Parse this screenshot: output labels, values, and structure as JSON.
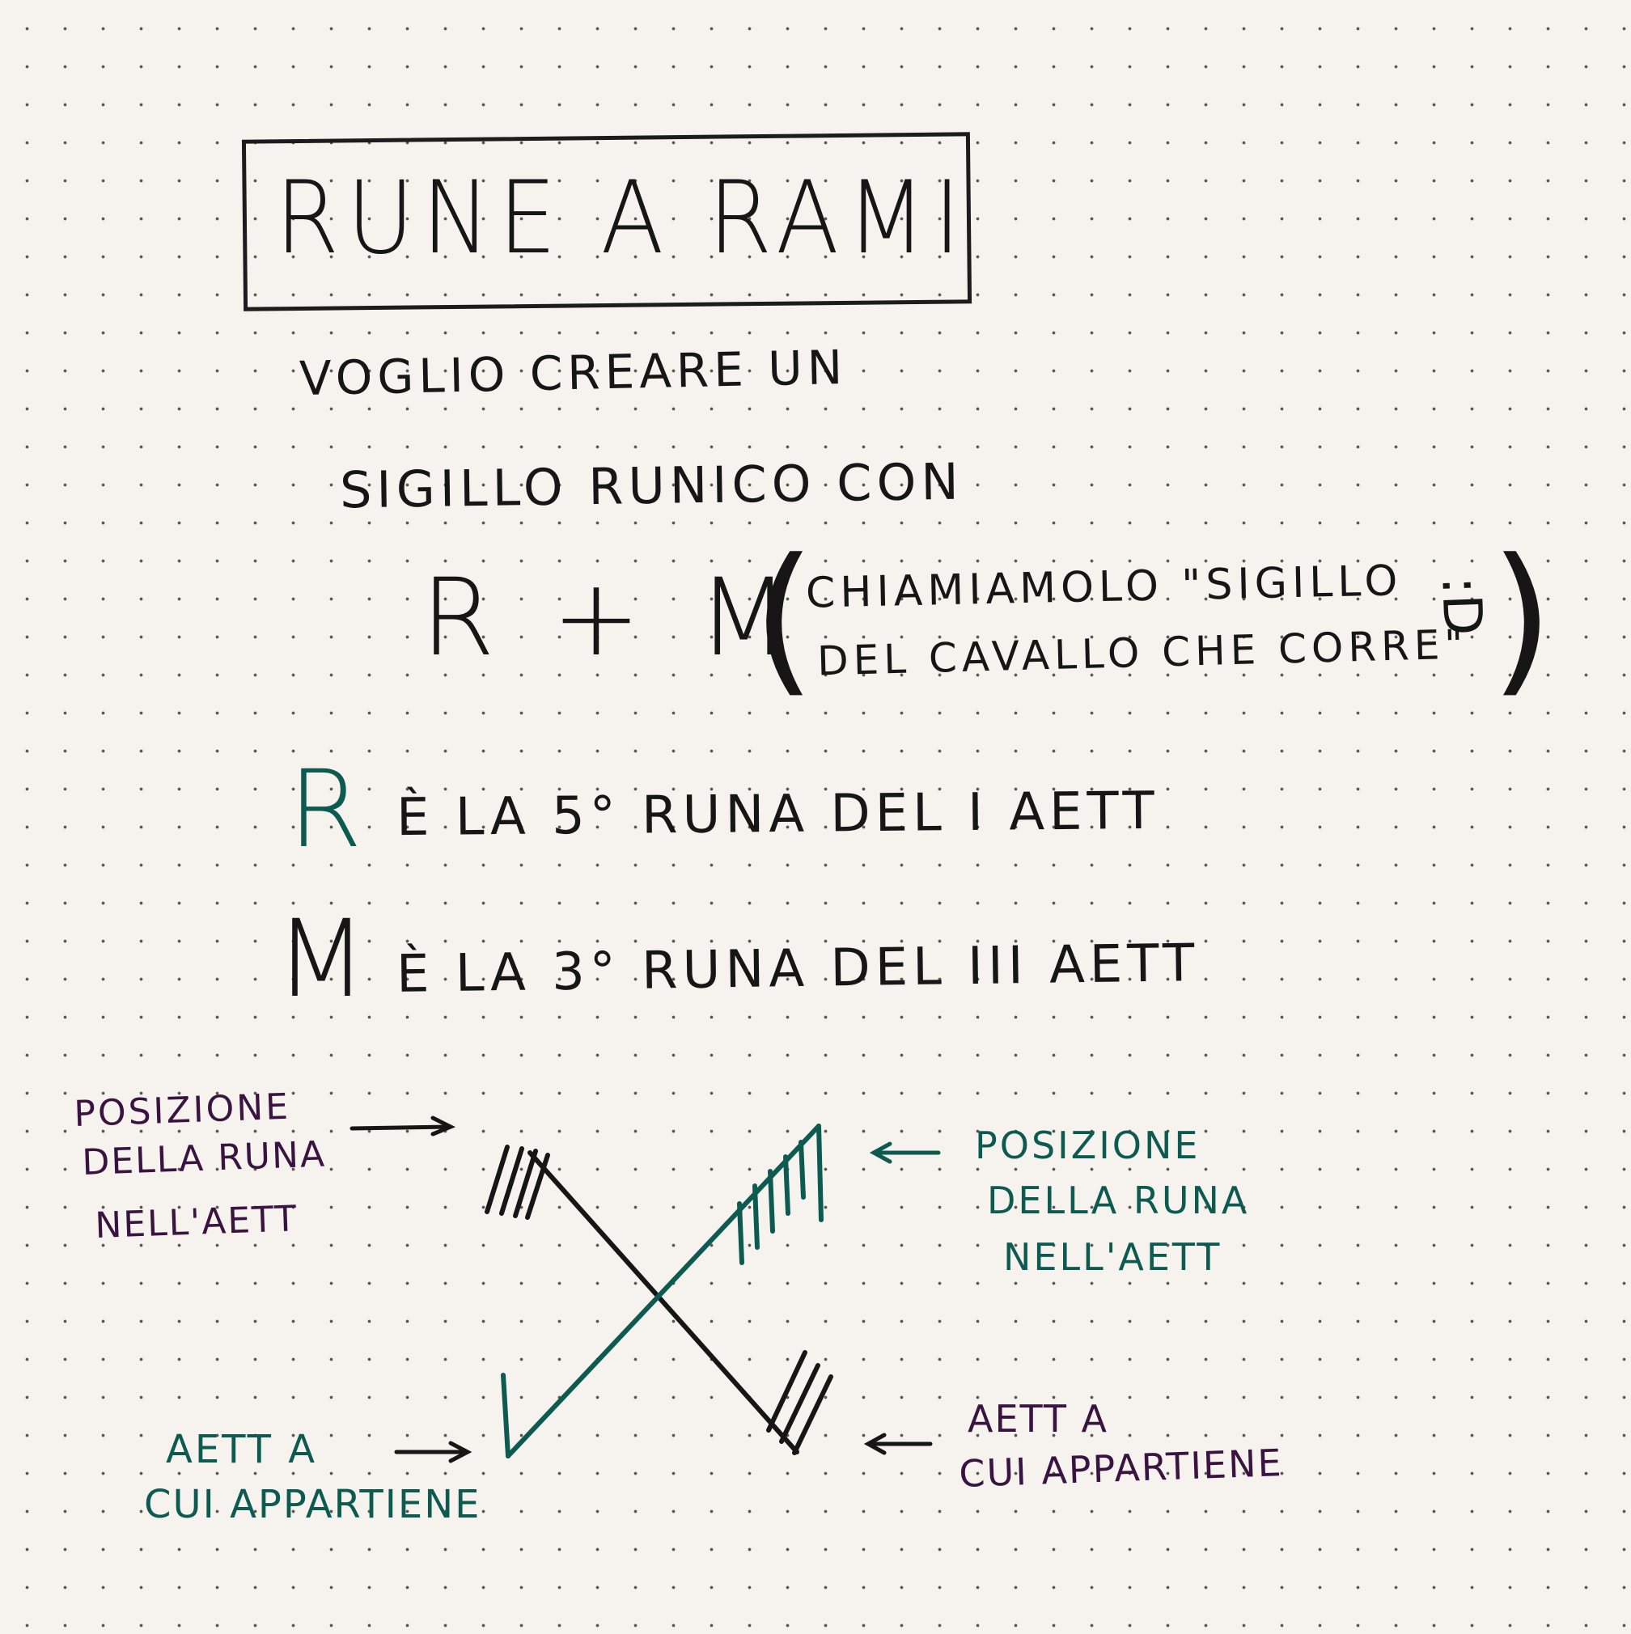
{
  "title": "RUNE A RAMI",
  "intro": {
    "line1": "VOGLIO CREARE UN",
    "line2": "SIGILLO RUNICO CON"
  },
  "formula": {
    "text": "R + M",
    "note_line1": "CHIAMIAMOLO \"SIGILLO",
    "note_line2": "DEL CAVALLO CHE CORRE\"",
    "emoji": ":D"
  },
  "rune_r": {
    "glyph": "R",
    "description": "È LA 5° RUNA DEL I AETT",
    "color": "#0d5b50"
  },
  "rune_m": {
    "glyph": "M",
    "description": "È LA 3° RUNA DEL III AETT",
    "color": "#161616"
  },
  "diagram": {
    "label_top_left": [
      "POSIZIONE",
      "DELLA RUNA",
      "NELL'AETT"
    ],
    "label_top_right": [
      "POSIZIONE",
      "DELLA RUNA",
      "NELL'AETT"
    ],
    "label_bottom_left": [
      "AETT A",
      "CUI APPARTIENE"
    ],
    "label_bottom_right": [
      "AETT A",
      "CUI APPARTIENE"
    ],
    "colors": {
      "black_stroke": "#161616",
      "teal_stroke": "#0d5b50",
      "purple_ink": "#3a1440"
    }
  }
}
